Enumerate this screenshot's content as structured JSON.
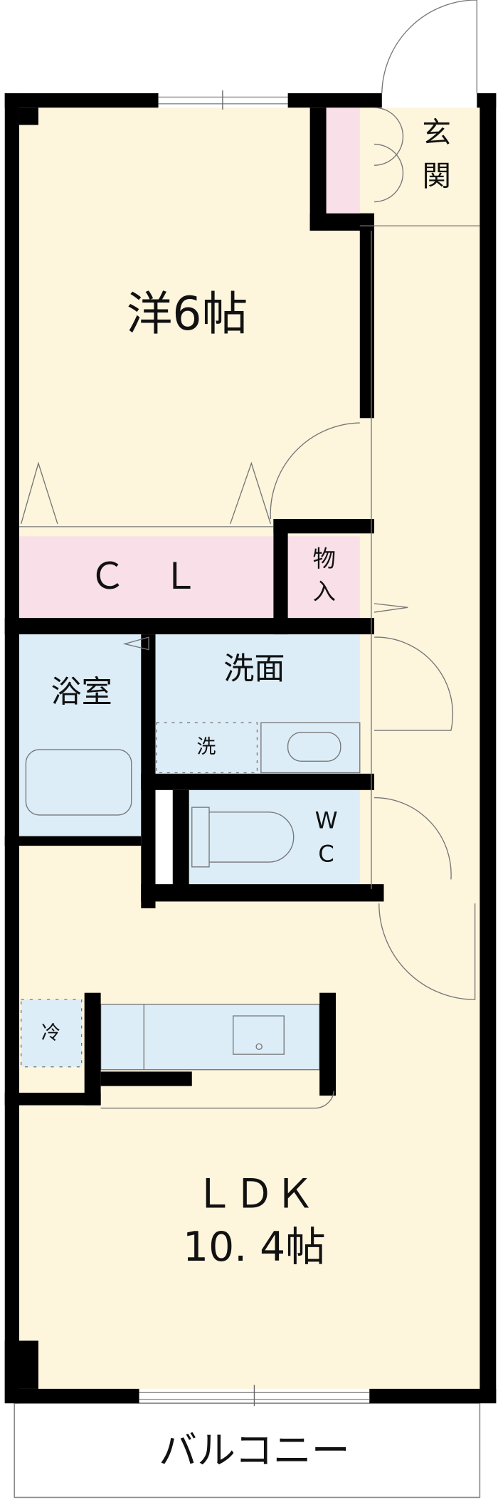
{
  "colors": {
    "floor": "#fdf5dc",
    "storage": "#f9dfe8",
    "wet_area": "#dcedf8",
    "wall": "#000000"
  },
  "rooms": {
    "western_room": {
      "name": "洋6帖"
    },
    "entrance": {
      "line1": "玄",
      "line2": "関"
    },
    "closet": {
      "name": "Ｃ　Ｌ"
    },
    "storage": {
      "line1": "物",
      "line2": "入"
    },
    "bathroom": {
      "name": "浴室"
    },
    "washroom": {
      "name": "洗面"
    },
    "washer": {
      "name": "洗"
    },
    "toilet": {
      "line1": "W",
      "line2": "C"
    },
    "fridge": {
      "name": "冷"
    },
    "ldk": {
      "name": "ＬＤＫ",
      "size": "10. 4帖"
    },
    "balcony": {
      "name": "バルコニー"
    }
  }
}
